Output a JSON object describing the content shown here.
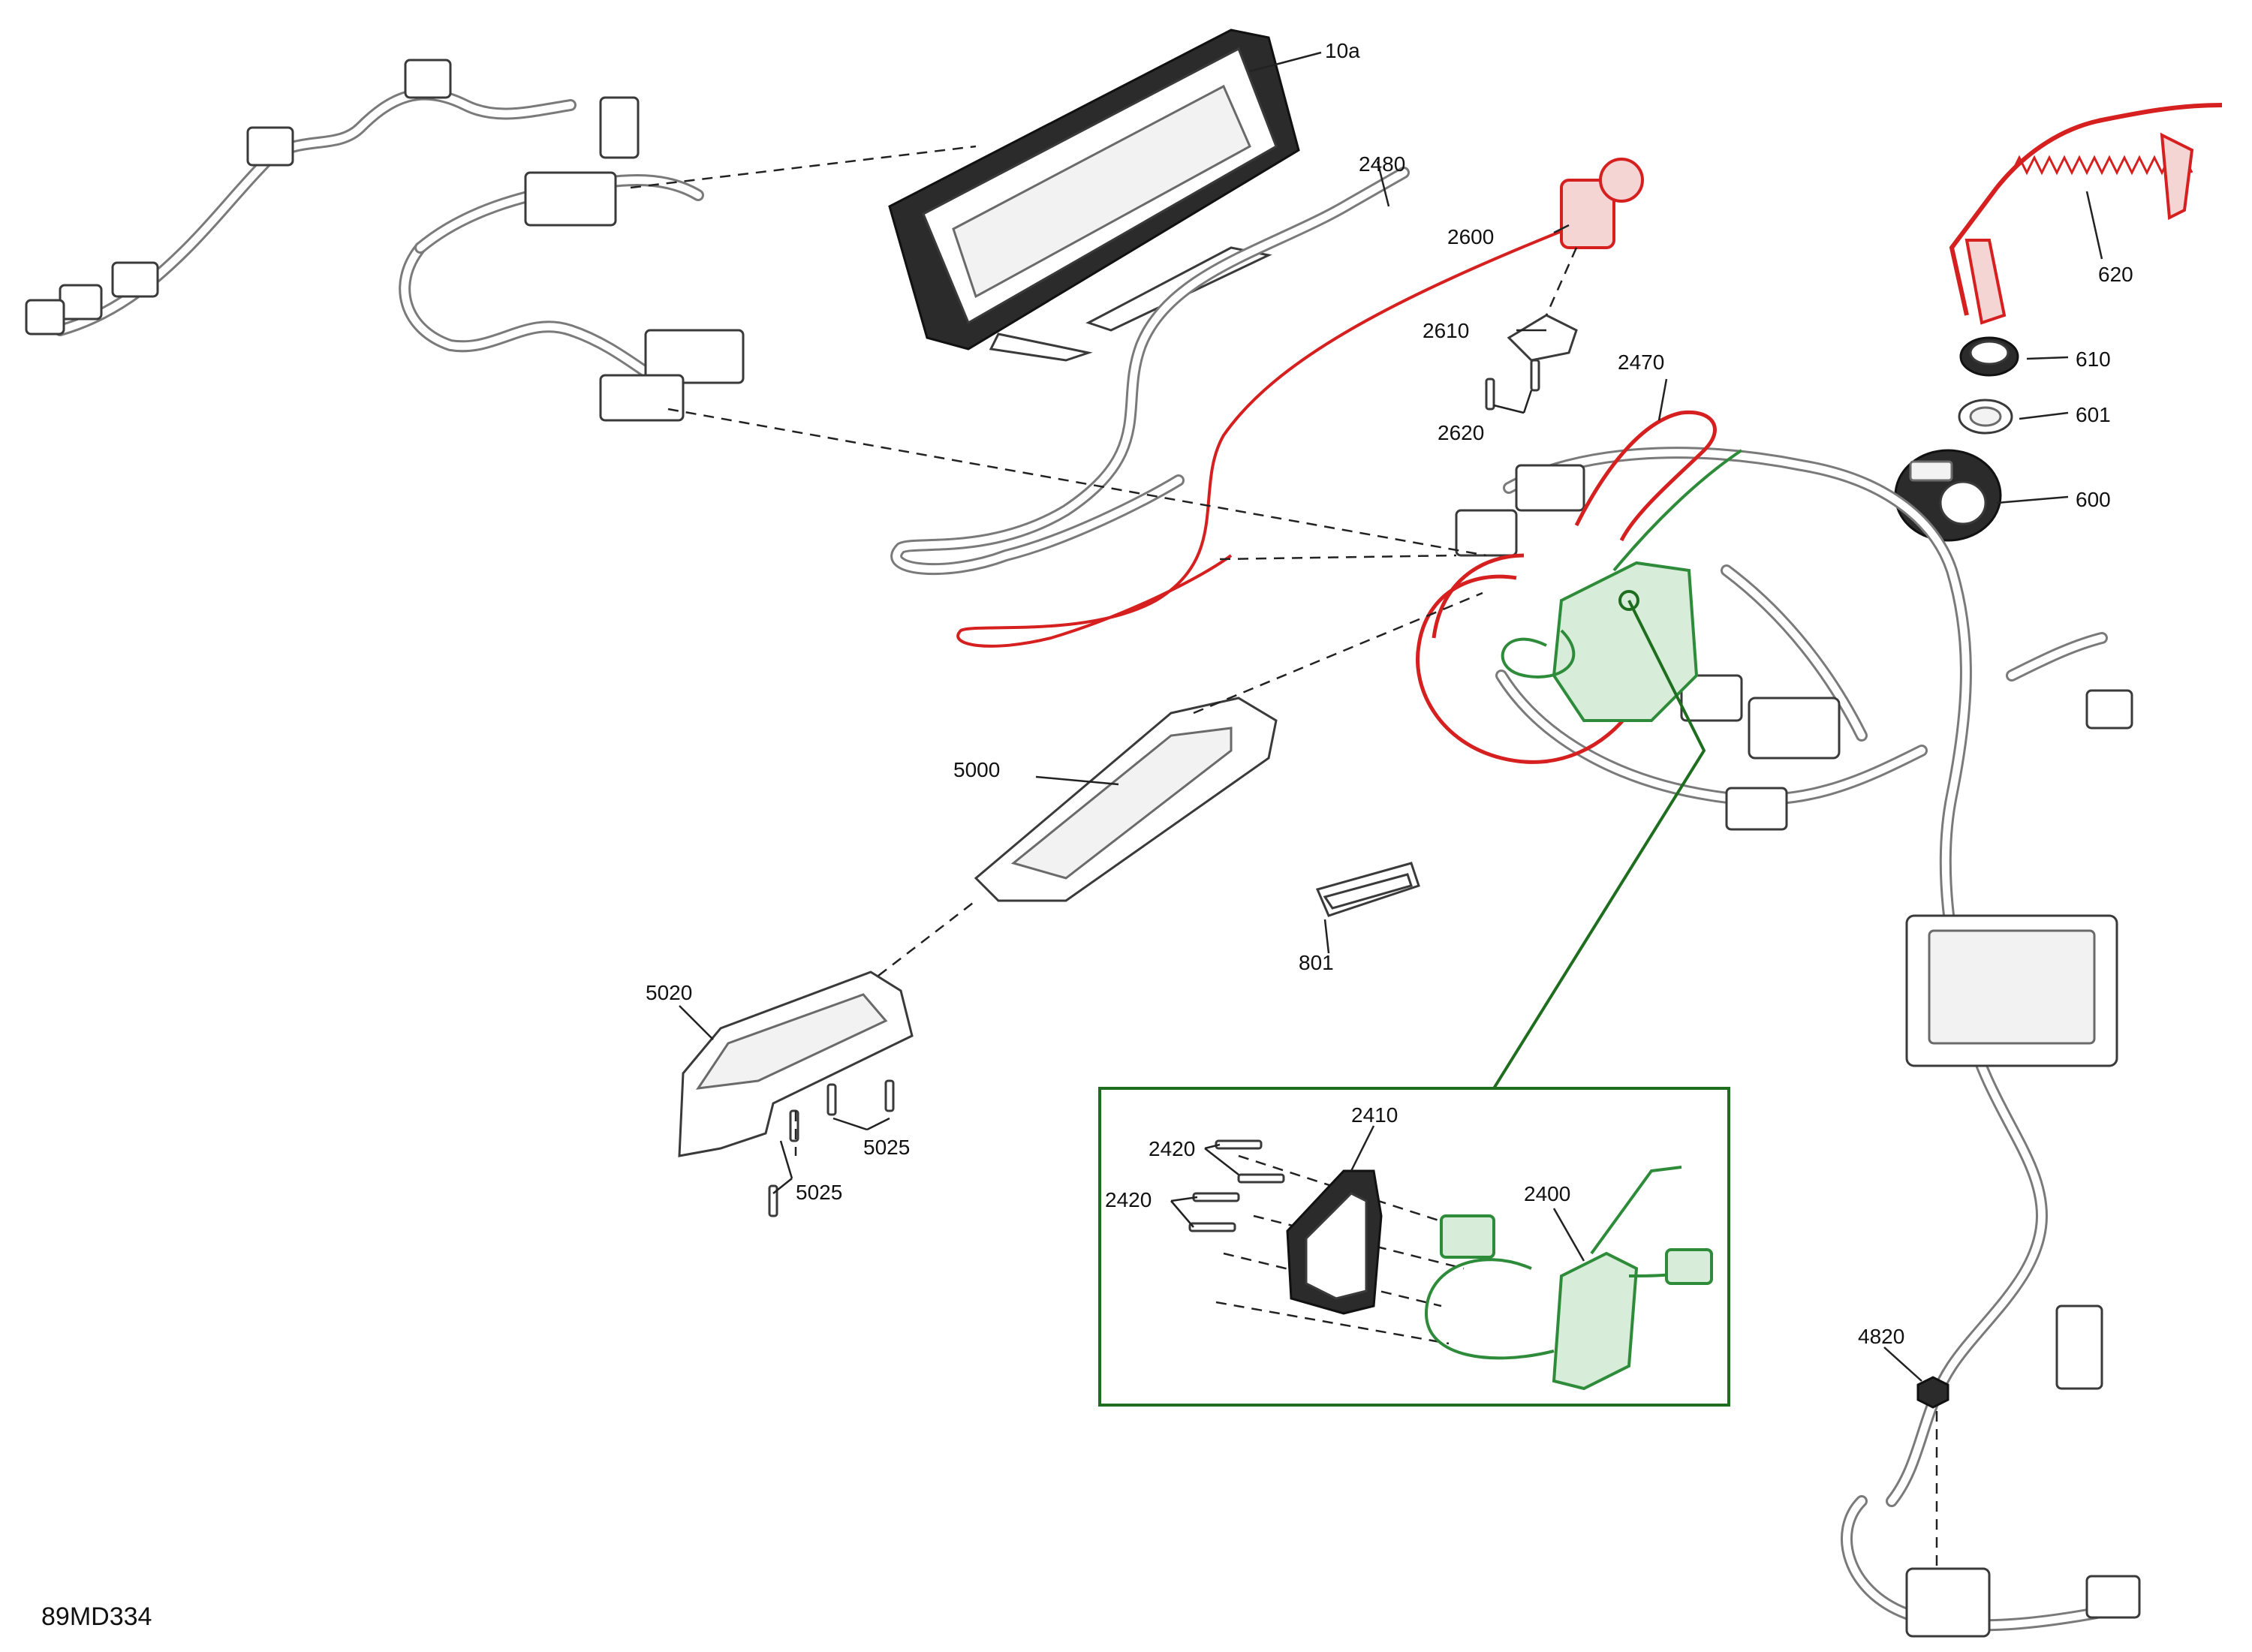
{
  "figure_id": "89MD334",
  "colors": {
    "highlight_red": "#d62020",
    "highlight_green": "#2e8b3a",
    "detail_frame": "#1f6e1f",
    "line": "#222222"
  },
  "callouts": {
    "c10a": "10a",
    "c2480": "2480",
    "c2600": "2600",
    "c2610": "2610",
    "c2620": "2620",
    "c2470": "2470",
    "c620": "620",
    "c610": "610",
    "c601": "601",
    "c600": "600",
    "c5000": "5000",
    "c801": "801",
    "c5020": "5020",
    "c5025a": "5025",
    "c5025b": "5025",
    "c2410": "2410",
    "c2420a": "2420",
    "c2420b": "2420",
    "c2400": "2400",
    "c4820": "4820"
  }
}
